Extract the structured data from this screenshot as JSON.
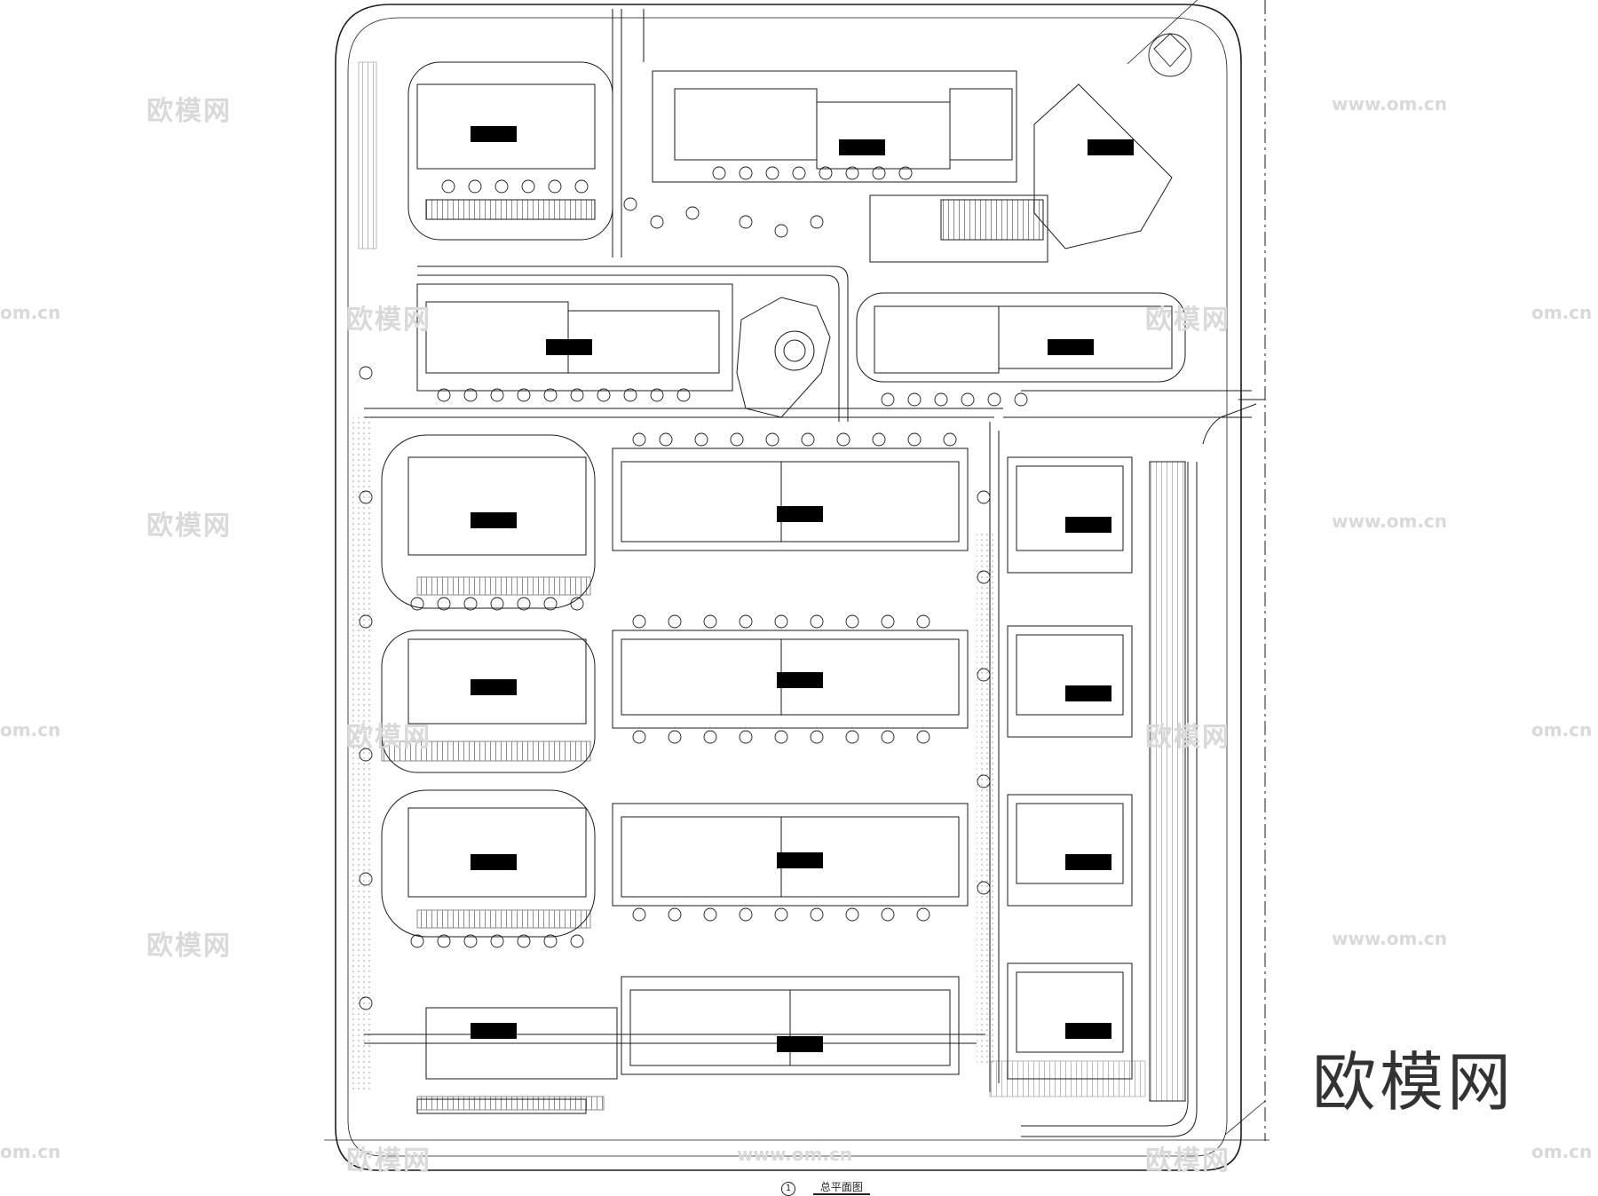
{
  "drawing": {
    "watermark_text": "欧模网",
    "watermark_url": "www.om.cn",
    "watermark_url_short": "om.cn",
    "big_logo": "欧模网",
    "caption_number": "1",
    "caption_label": "总平面图"
  },
  "colors": {
    "line": "#1a1a1a",
    "hatch": "#bdbdbd",
    "watermark": "#d9d9d9",
    "label_block": "#000000"
  }
}
